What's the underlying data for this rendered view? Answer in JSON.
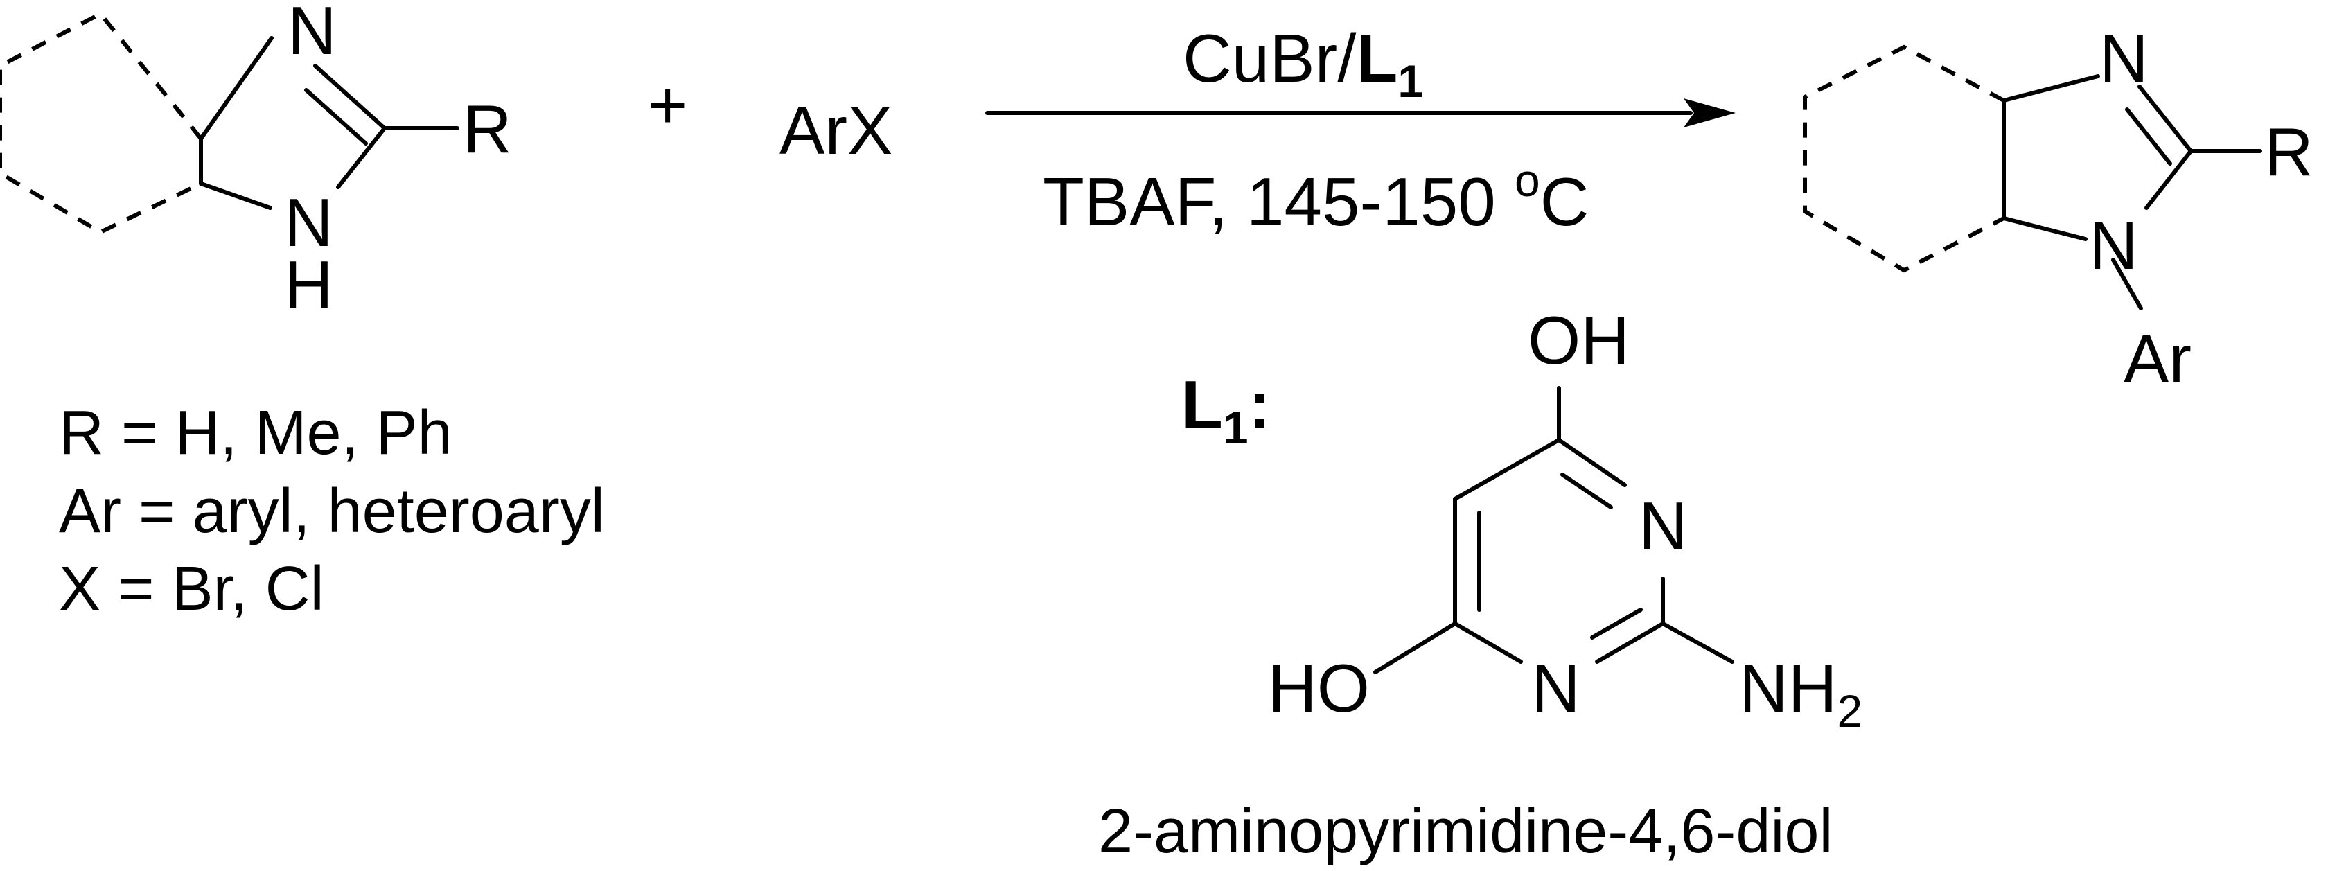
{
  "reactant": {
    "atom_n_top": "N",
    "atom_nh": "N",
    "atom_h": "H",
    "substituent": "R"
  },
  "plus": "+",
  "aryl_halide": "ArX",
  "conditions": {
    "catalyst": "CuBr/",
    "ligand_symbol": "L",
    "ligand_subscript": "1",
    "reagent_temp": "TBAF, 145-150 ",
    "degree": "o",
    "unit": "C"
  },
  "product": {
    "atom_n_top": "N",
    "atom_n_aryl": "N",
    "substituent": "R",
    "aryl": "Ar"
  },
  "definitions": [
    "R = H, Me, Ph",
    "Ar = aryl, heteroaryl",
    "X = Br, Cl"
  ],
  "ligand": {
    "label_symbol": "L",
    "label_subscript": "1",
    "label_colon": ":",
    "oh_top": "OH",
    "n_right": "N",
    "n_bottom": "N",
    "ho_left": "HO",
    "nh2_main": "NH",
    "nh2_sub": "2",
    "name": "2-aminopyrimidine-4,6-diol"
  }
}
